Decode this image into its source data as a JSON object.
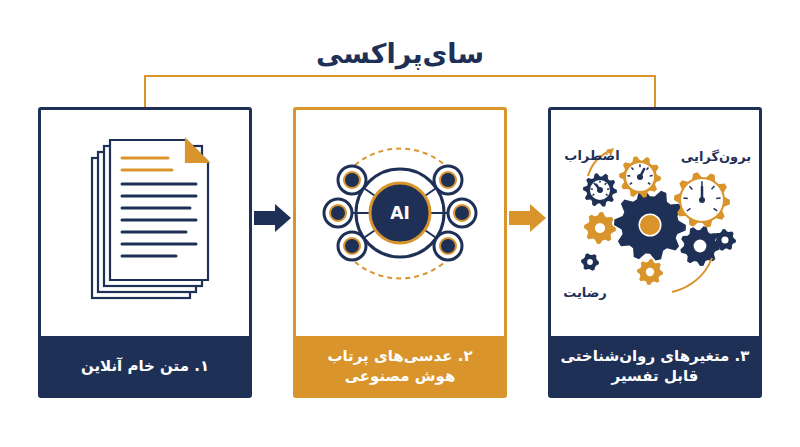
{
  "diagram": {
    "title": "سای‌پراکسی",
    "nodes": [
      {
        "text": [
          "۱. متن خام آنلاین"
        ]
      },
      {
        "text": [
          "۲. عدسی‌های پرتاب هوش مصنوعی"
        ]
      },
      {
        "text": [
          "۳. متغیرهای روان‌شناختی قابل تفسیر"
        ]
      }
    ],
    "edges": [
      {
        "from": 0,
        "to": 1,
        "arrow": "to"
      },
      {
        "from": 1,
        "to": 2,
        "arrow": "to"
      }
    ],
    "labels": [
      "AI",
      "برون‌گرایی",
      "اضطراب",
      "رضایت"
    ]
  }
}
